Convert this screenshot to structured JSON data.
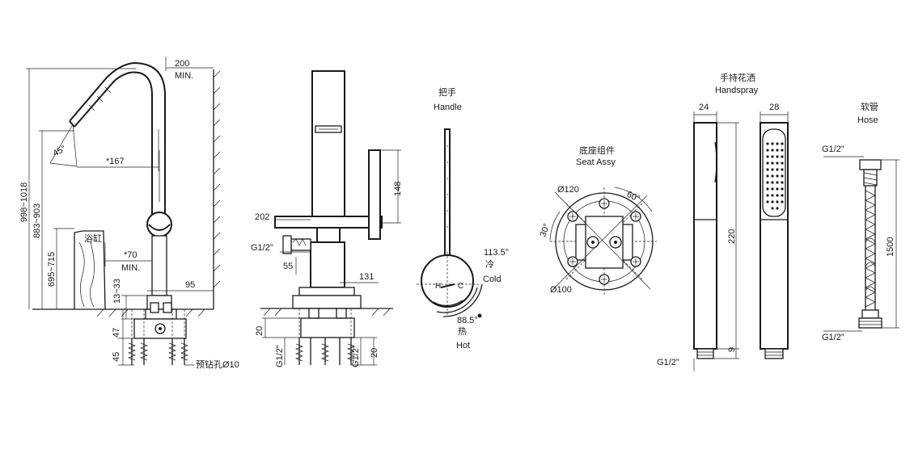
{
  "side_view": {
    "min_clearance": "200",
    "min_label": "MIN.",
    "total_height": "998~1018",
    "spout_height": "883~903",
    "tub_rim_height": "695~715",
    "angle": "45°",
    "reach": "*167",
    "tub_label": "浴缸",
    "rim_offset": "*70",
    "rim_min_label": "MIN.",
    "deck_thickness": "13~33",
    "base_width": "95",
    "anchor_depth_1": "47",
    "anchor_depth_2": "45",
    "drill_hole": "预钻孔Ø10"
  },
  "front_view": {
    "spout_length": "202",
    "lever_height": "148",
    "inlet_thread": "G1/2\"",
    "inlet_offset": "55",
    "body_offset": "131",
    "depth_left": "20",
    "thread_left": "G1/2\"",
    "thread_right": "G1/2\"",
    "depth_right": "20"
  },
  "handle": {
    "title_cn": "把手",
    "title_en": "Handle",
    "cold_angle": "113.5°",
    "cold_cn": "冷",
    "cold_en": "Cold",
    "hot_angle": "88.5°",
    "hot_cn": "热",
    "hot_en": "Hot",
    "h_mark": "H",
    "c_mark": "C"
  },
  "seat": {
    "title_cn": "底座组件",
    "title_en": "Seat Assy",
    "outer_dia": "Ø120",
    "inner_dia": "Ø100",
    "angle_a": "60°",
    "angle_b": "30°"
  },
  "handspray": {
    "title_cn": "手持花洒",
    "title_en": "Handspray",
    "width_side": "24",
    "width_front": "28",
    "length": "220",
    "thread_len": "9",
    "thread": "G1/2\""
  },
  "hose": {
    "title_cn": "软管",
    "title_en": "Hose",
    "top_thread": "G1/2\"",
    "length": "1500",
    "bottom_thread": "G1/2\""
  }
}
